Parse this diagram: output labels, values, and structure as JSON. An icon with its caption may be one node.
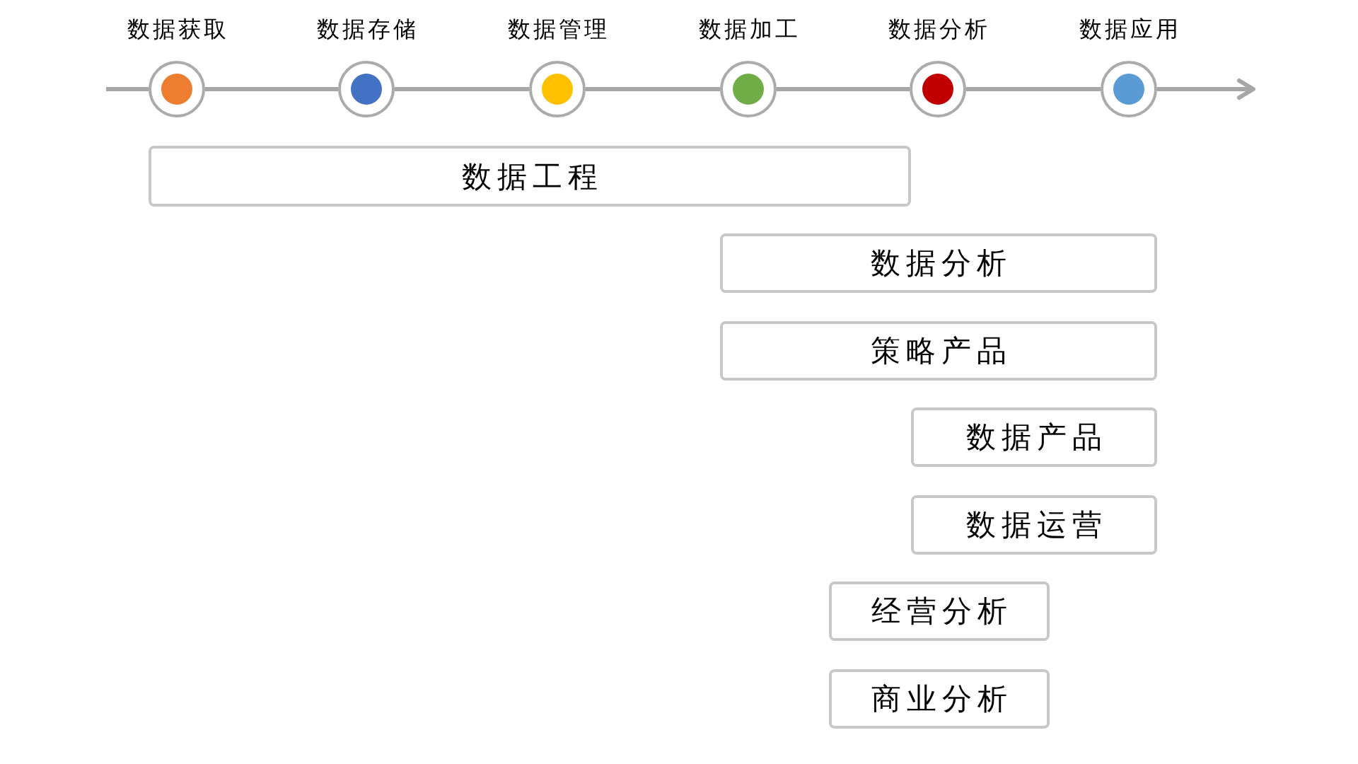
{
  "diagram": {
    "nodes": [
      {
        "text": [
          "数据获取"
        ]
      },
      {
        "text": [
          "数据存储"
        ]
      },
      {
        "text": [
          "数据管理"
        ]
      },
      {
        "text": [
          "数据加工"
        ]
      },
      {
        "text": [
          "数据分析"
        ]
      },
      {
        "text": [
          "数据应用"
        ]
      },
      {
        "text": [
          "数据工程"
        ]
      },
      {
        "text": [
          "数据分析"
        ]
      },
      {
        "text": [
          "策略产品"
        ]
      },
      {
        "text": [
          "数据产品"
        ]
      },
      {
        "text": [
          "数据运营"
        ]
      },
      {
        "text": [
          "经营分析"
        ]
      },
      {
        "text": [
          "商业分析"
        ]
      }
    ],
    "edges": [
      {
        "from": null,
        "to": 0,
        "arrow": "none"
      },
      {
        "from": 0,
        "to": 1,
        "arrow": "none"
      },
      {
        "from": 1,
        "to": 2,
        "arrow": "none"
      },
      {
        "from": 2,
        "to": 3,
        "arrow": "none"
      },
      {
        "from": 3,
        "to": 4,
        "arrow": "none"
      },
      {
        "from": 4,
        "to": 5,
        "arrow": "none"
      },
      {
        "from": 5,
        "to": null,
        "arrow": "to"
      }
    ]
  }
}
